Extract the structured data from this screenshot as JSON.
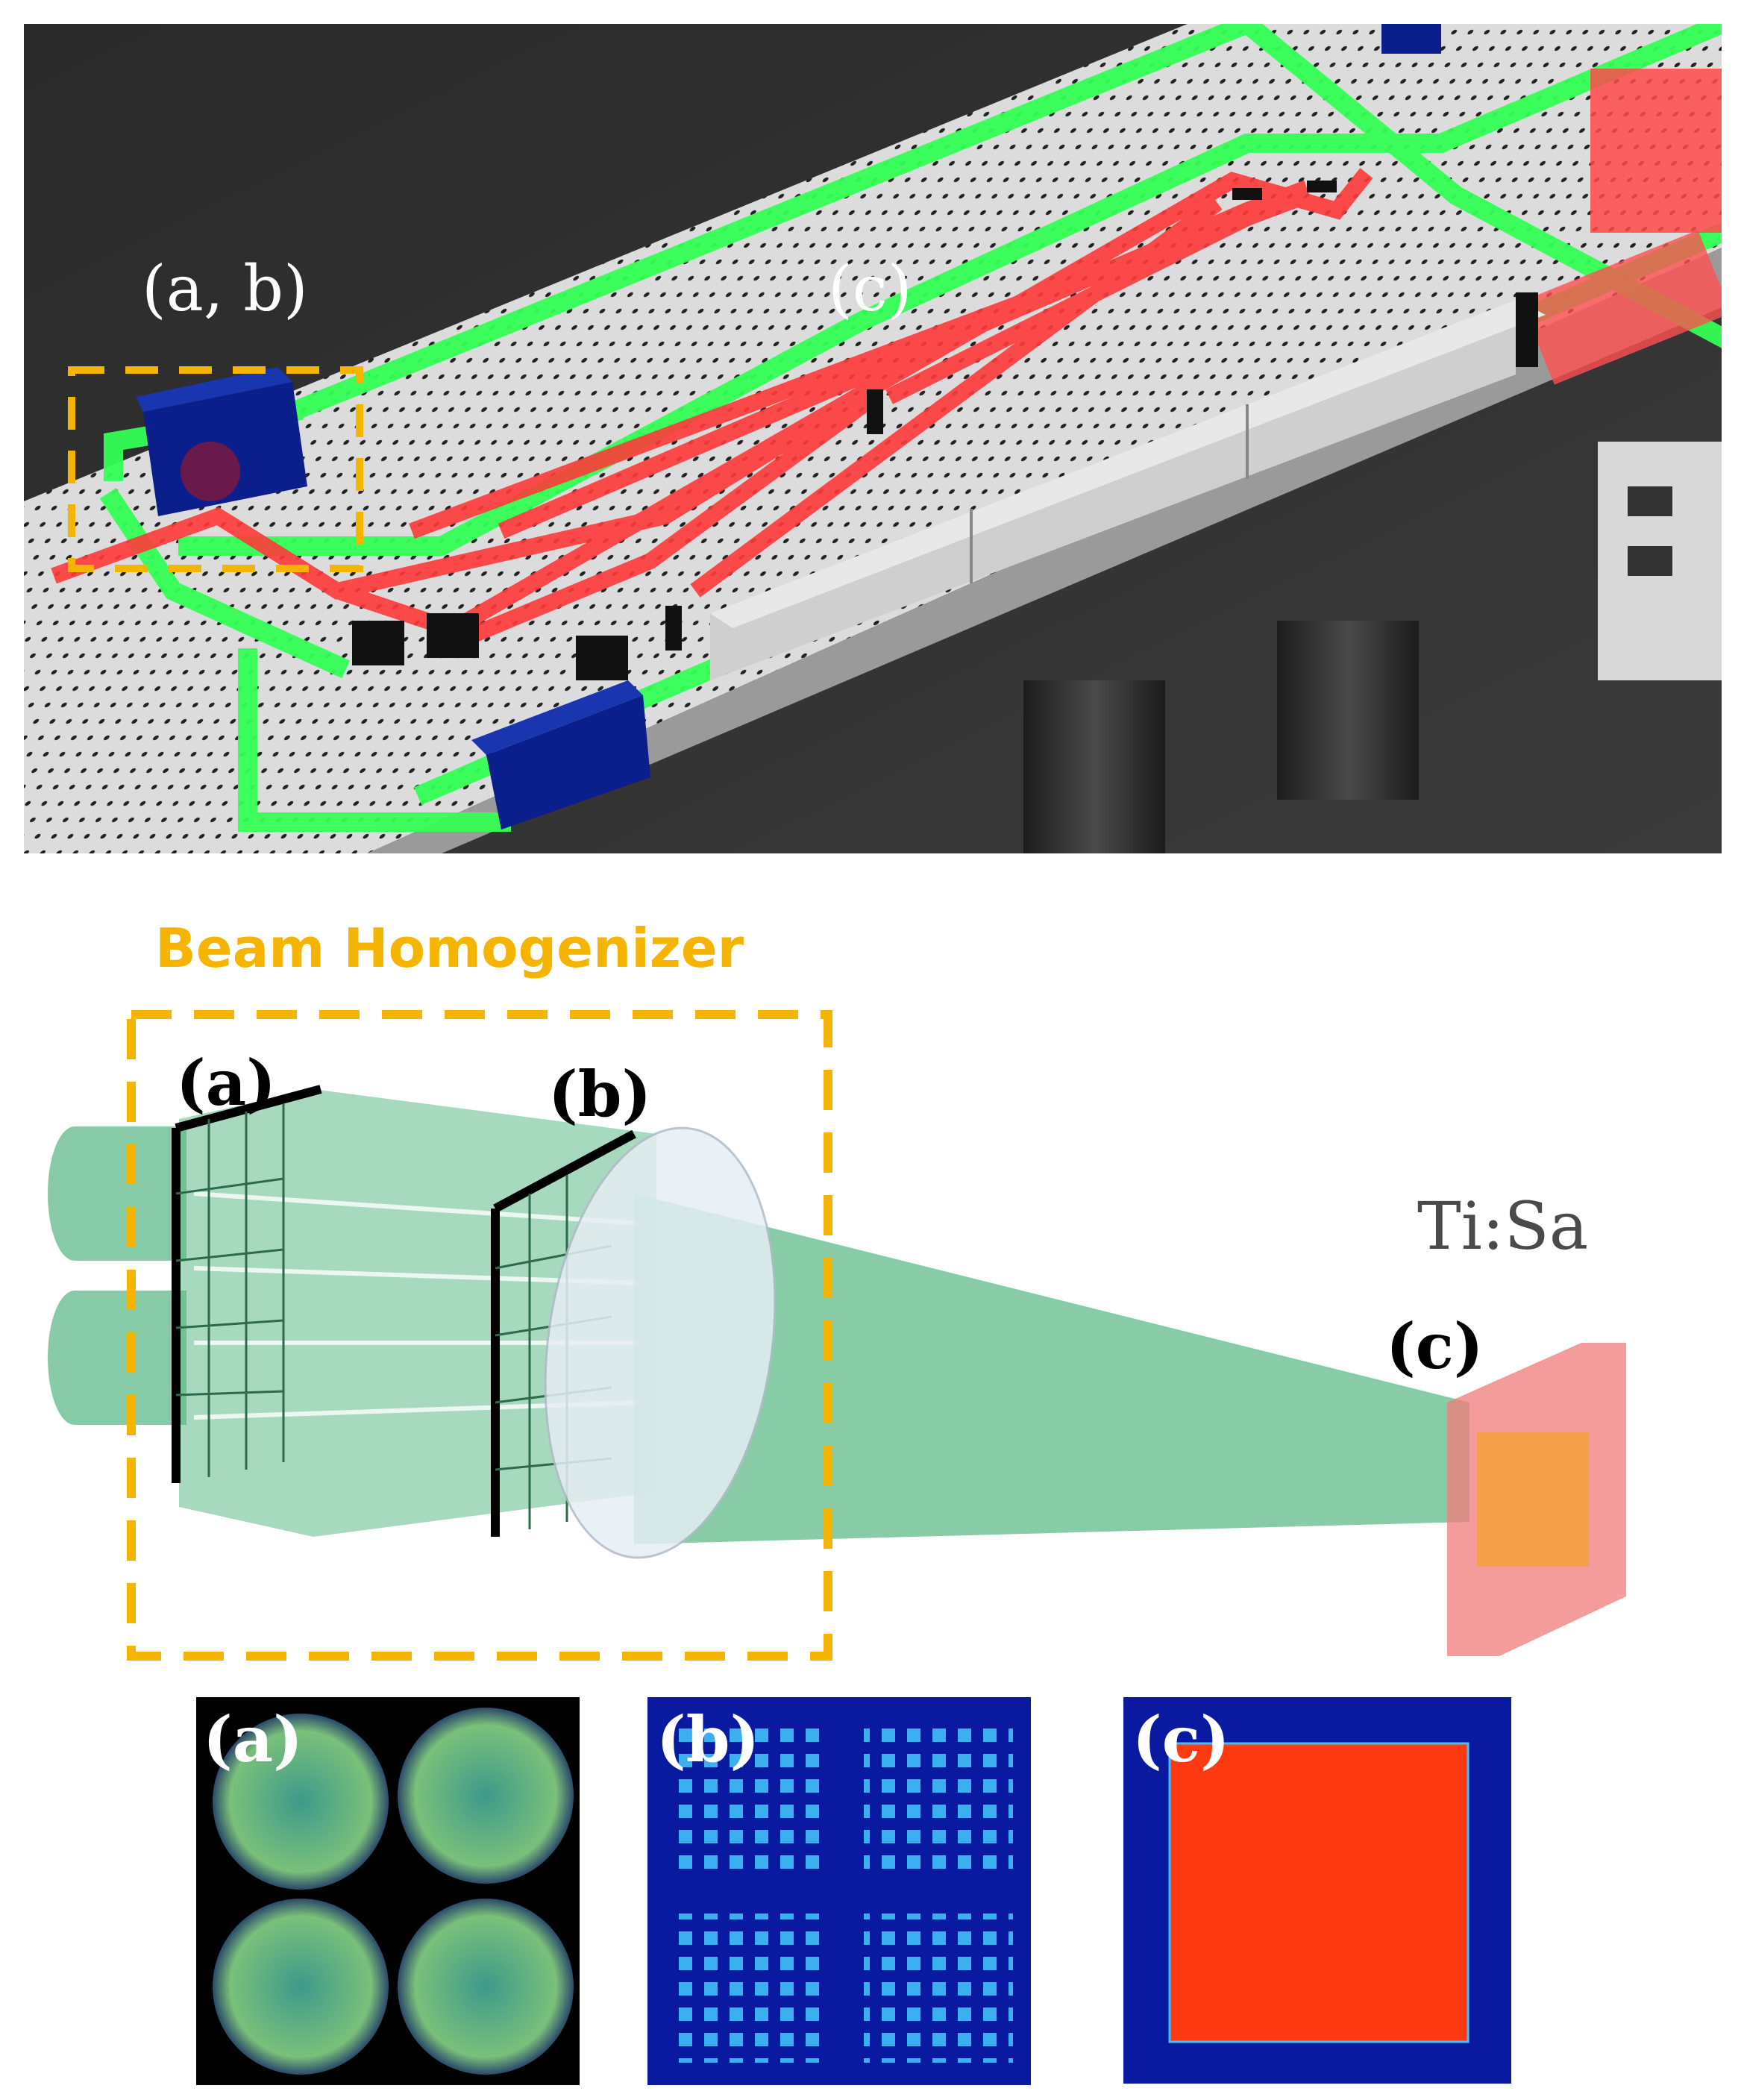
{
  "top_panel": {
    "label_ab": "(a, b)",
    "label_c": "(c)"
  },
  "homogenizer": {
    "title": "Beam Homogenizer",
    "label_a": "(a)",
    "label_b": "(b)",
    "label_c": "(c)",
    "crystal_label": "Ti:Sa"
  },
  "beam_profiles": [
    {
      "label": "(a)"
    },
    {
      "label": "(b)"
    },
    {
      "label": "(c)"
    }
  ],
  "colors": {
    "green_beam": "#33ff55",
    "red_beam": "#ff4040",
    "dash_box": "#f5b400",
    "homog_green": "#5fb98a",
    "crystal": "#f07a7a"
  }
}
